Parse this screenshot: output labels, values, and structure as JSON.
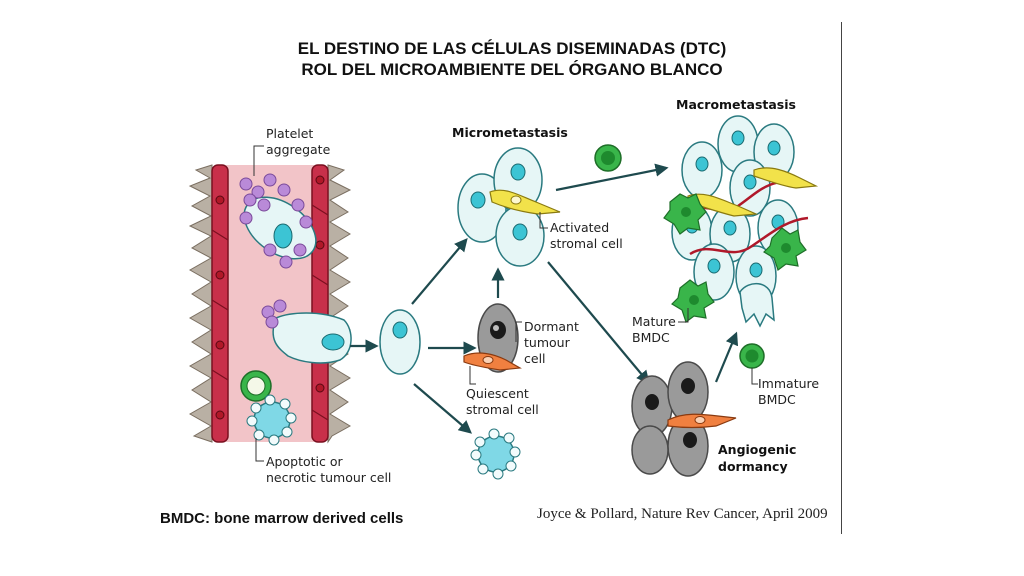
{
  "title": {
    "line1": "EL DESTINO DE LAS CÉLULAS DISEMINADAS (DTC)",
    "line2": "ROL DEL MICROAMBIENTE DEL ÓRGANO BLANCO"
  },
  "labels": {
    "platelet_1": "Platelet",
    "platelet_2": "aggregate",
    "apoptotic_1": "Apoptotic or",
    "apoptotic_2": "necrotic tumour cell",
    "micrometastasis": "Micrometastasis",
    "macrometastasis": "Macrometastasis",
    "activated_1": "Activated",
    "activated_2": "stromal cell",
    "dormant_1": "Dormant",
    "dormant_2": "tumour",
    "dormant_3": "cell",
    "quiescent_1": "Quiescent",
    "quiescent_2": "stromal cell",
    "mature_1": "Mature",
    "mature_2": "BMDC",
    "immature_1": "Immature",
    "immature_2": "BMDC",
    "angiogenic_1": "Angiogenic",
    "angiogenic_2": "dormancy"
  },
  "footnote": "BMDC: bone marrow derived cells",
  "citation": "Joyce & Pollard, Nature Rev Cancer, April 2009",
  "colors": {
    "vessel_wall": "#c8304a",
    "vessel_lumen": "#f2c4c8",
    "tumour_cell": "#e6f6f6",
    "nucleus": "#3cc4d4",
    "platelet": "#b98ad8",
    "bmdc_green": "#39b54a",
    "activated_stroma": "#f2e24a",
    "quiescent_stroma": "#f08040",
    "dormant_cell": "#9a9a9a",
    "arrow": "#1e4a4e",
    "capillary": "#b0182a"
  }
}
